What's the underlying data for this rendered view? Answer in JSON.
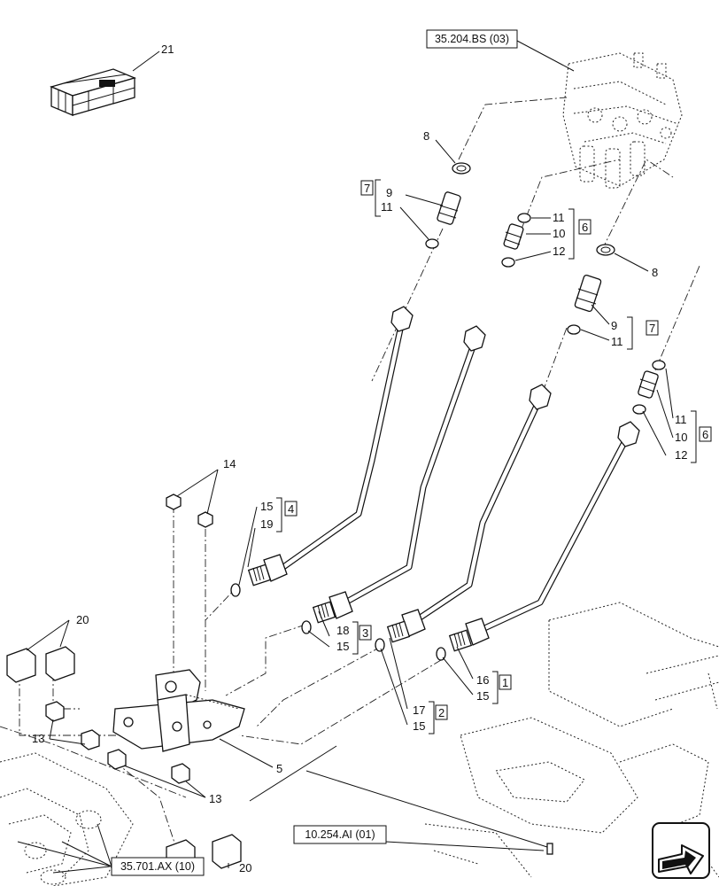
{
  "refs": {
    "top": "35.204.BS (03)",
    "bottom_left": "35.701.AX (10)",
    "bottom_mid": "10.254.AI (01)"
  },
  "callouts": {
    "c21": "21",
    "c8a": "8",
    "c9a": "9",
    "c11a": "11",
    "box7a": "7",
    "c11b": "11",
    "c10b": "10",
    "c12b": "12",
    "box6a": "6",
    "c8b": "8",
    "c9b": "9",
    "c11c": "11",
    "box7b": "7",
    "c11d": "11",
    "c10d": "10",
    "c12d": "12",
    "box6b": "6",
    "c14": "14",
    "c15a": "15",
    "c19": "19",
    "box4": "4",
    "c18": "18",
    "c15b": "15",
    "box3": "3",
    "c17": "17",
    "c15c": "15",
    "box2": "2",
    "c16": "16",
    "c15d": "15",
    "box1": "1",
    "c20a": "20",
    "c13a": "13",
    "c13b": "13",
    "c5": "5",
    "c20b": "20"
  },
  "nav": {
    "icon": "next-page-arrow-icon"
  }
}
